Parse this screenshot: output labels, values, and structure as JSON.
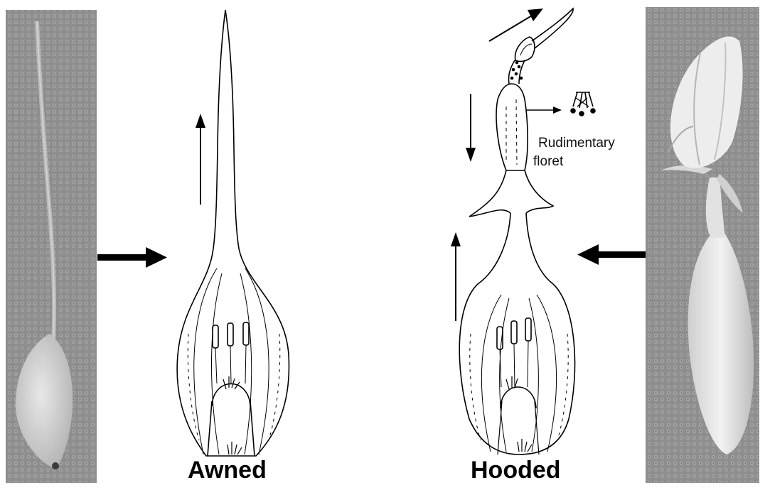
{
  "figure": {
    "left_photo": {
      "name": "awned-lemma-photo"
    },
    "left_drawing": {
      "caption": "Awned"
    },
    "right_drawing": {
      "caption": "Hooded",
      "annotation_line1": "Rudimentary",
      "annotation_line2": "floret"
    },
    "right_photo": {
      "name": "hooded-lemma-photo"
    }
  },
  "colors": {
    "photo_background": "#8a8a8a",
    "ink": "#000000",
    "photo_specimen": "#d9d9d9"
  }
}
